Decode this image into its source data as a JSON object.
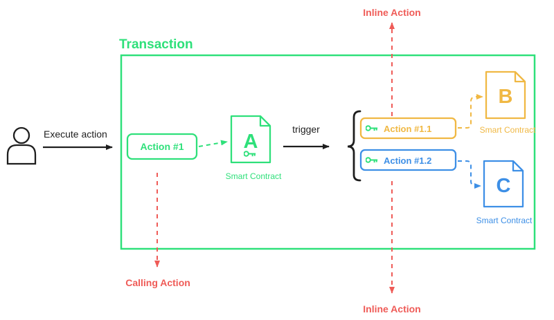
{
  "diagram": {
    "transaction_title": "Transaction",
    "execute_action_label": "Execute action",
    "trigger_label": "trigger",
    "inline_action_top_label": "Inline Action",
    "inline_action_bottom_label": "Inline Action",
    "calling_action_label": "Calling Action",
    "action_1_label": "Action #1",
    "action_1_1_label": "Action #1.1",
    "action_1_2_label": "Action #1.2",
    "contract_a": {
      "letter": "A",
      "caption": "Smart Contract"
    },
    "contract_b": {
      "letter": "B",
      "caption": "Smart Contract"
    },
    "contract_c": {
      "letter": "C",
      "caption": "Smart Contract"
    }
  },
  "colors": {
    "green": "#2ee07a",
    "orange": "#f0b843",
    "blue": "#3d8fe6",
    "red": "#ef5b57",
    "dark": "#1e1e1e"
  },
  "icons": [
    "user-icon",
    "document-icon",
    "key-icon",
    "arrow-icon",
    "brace-icon"
  ]
}
